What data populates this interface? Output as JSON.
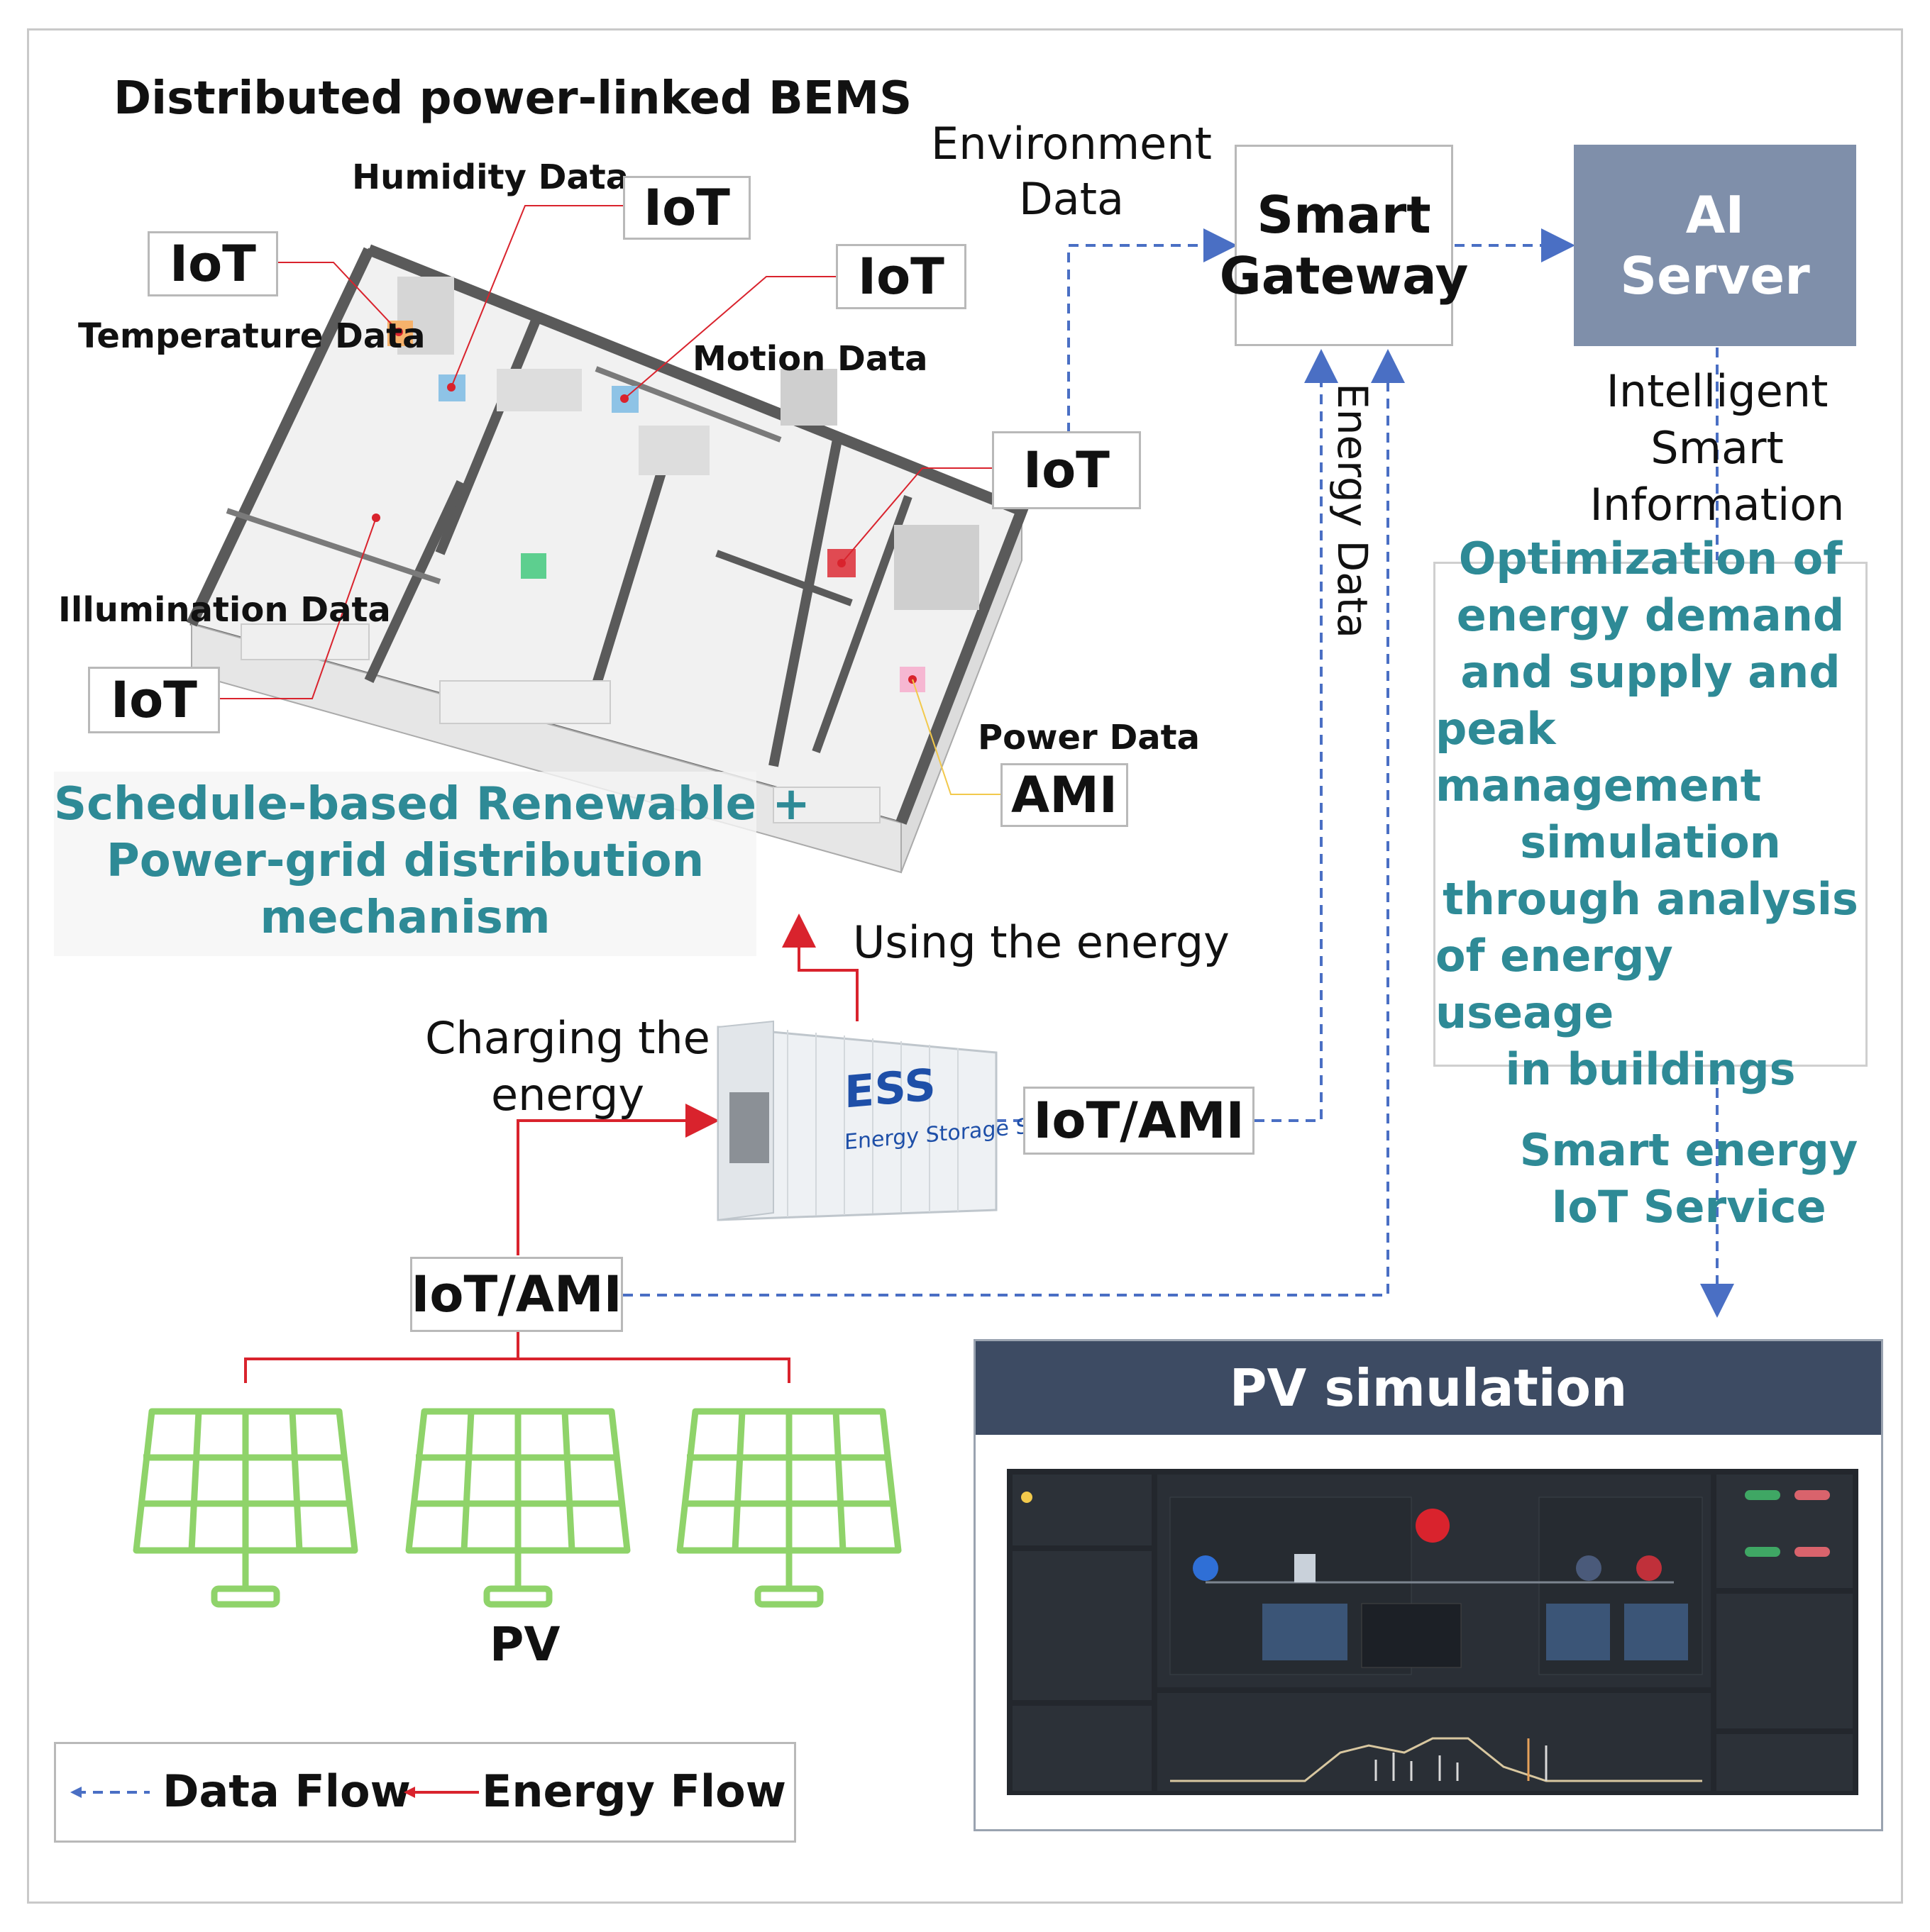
{
  "title": "Distributed power-linked BEMS",
  "sensors": {
    "humidity": {
      "label": "Humidity Data",
      "device": "IoT"
    },
    "temperature": {
      "label": "Temperature Data",
      "device": "IoT"
    },
    "motion": {
      "label": "Motion Data",
      "device": "IoT"
    },
    "illumination": {
      "label": "Illumination Data",
      "device": "IoT"
    },
    "power": {
      "label": "Power Data",
      "device": "AMI"
    },
    "room_iot": {
      "device": "IoT"
    }
  },
  "schedule_text": [
    "Schedule-based Renewable +",
    "Power-grid distribution",
    "mechanism"
  ],
  "environment_data": [
    "Environment",
    "Data"
  ],
  "smart_gateway": [
    "Smart",
    "Gateway"
  ],
  "ai_server": [
    "AI",
    "Server"
  ],
  "energy_data": "Energy Data",
  "intelligent_info": [
    "Intelligent",
    "Smart",
    "Information"
  ],
  "optimization_text": [
    "Optimization of",
    "energy demand",
    "and supply and",
    "peak management",
    "simulation",
    "through analysis",
    "of energy useage",
    "in buildings"
  ],
  "smart_energy_service": [
    "Smart energy",
    "IoT Service"
  ],
  "using_energy": "Using the energy",
  "charging_energy": [
    "Charging the",
    "energy"
  ],
  "ess": {
    "title": "ESS",
    "subtitle": "Energy Storage System"
  },
  "iot_ami_ess": "IoT/AMI",
  "iot_ami_pv": "IoT/AMI",
  "pv_label": "PV",
  "pv_simulation_title": "PV simulation",
  "legend": {
    "data_flow": "Data Flow",
    "energy_flow": "Energy Flow"
  },
  "colors": {
    "data_flow": "#4a6fc4",
    "energy_flow": "#d9232d",
    "teal_text": "#2e8a96",
    "ai_server_bg": "#7f8faa",
    "pv_header_bg": "#3d4b63",
    "panel_green": "#8fd36a",
    "dashboard_bg": "#23272d"
  }
}
